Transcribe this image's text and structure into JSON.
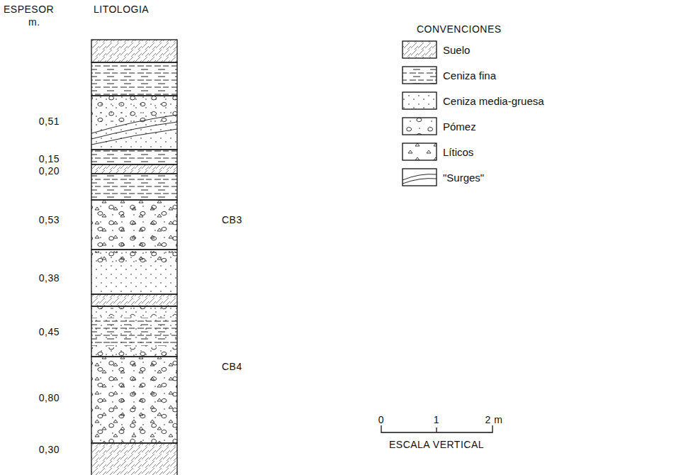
{
  "diagram": {
    "labels": [
      "ESPESOR",
      "m.",
      "LITOLOGIA",
      "0,51",
      "0,15",
      "0,20",
      "0,53",
      "CB3",
      "0,38",
      "0,45",
      "CB4",
      "0,80",
      "0,30",
      "CONVENCIONES",
      "0",
      "1",
      "2 m",
      "ESCALA VERTICAL"
    ],
    "legend": [
      {
        "text": "Suelo"
      },
      {
        "text": "Ceniza fina"
      },
      {
        "text": "Ceniza media-gruesa"
      },
      {
        "text": "Pómez"
      },
      {
        "text": "Líticos"
      },
      {
        "text": "\"Surges\""
      }
    ]
  }
}
